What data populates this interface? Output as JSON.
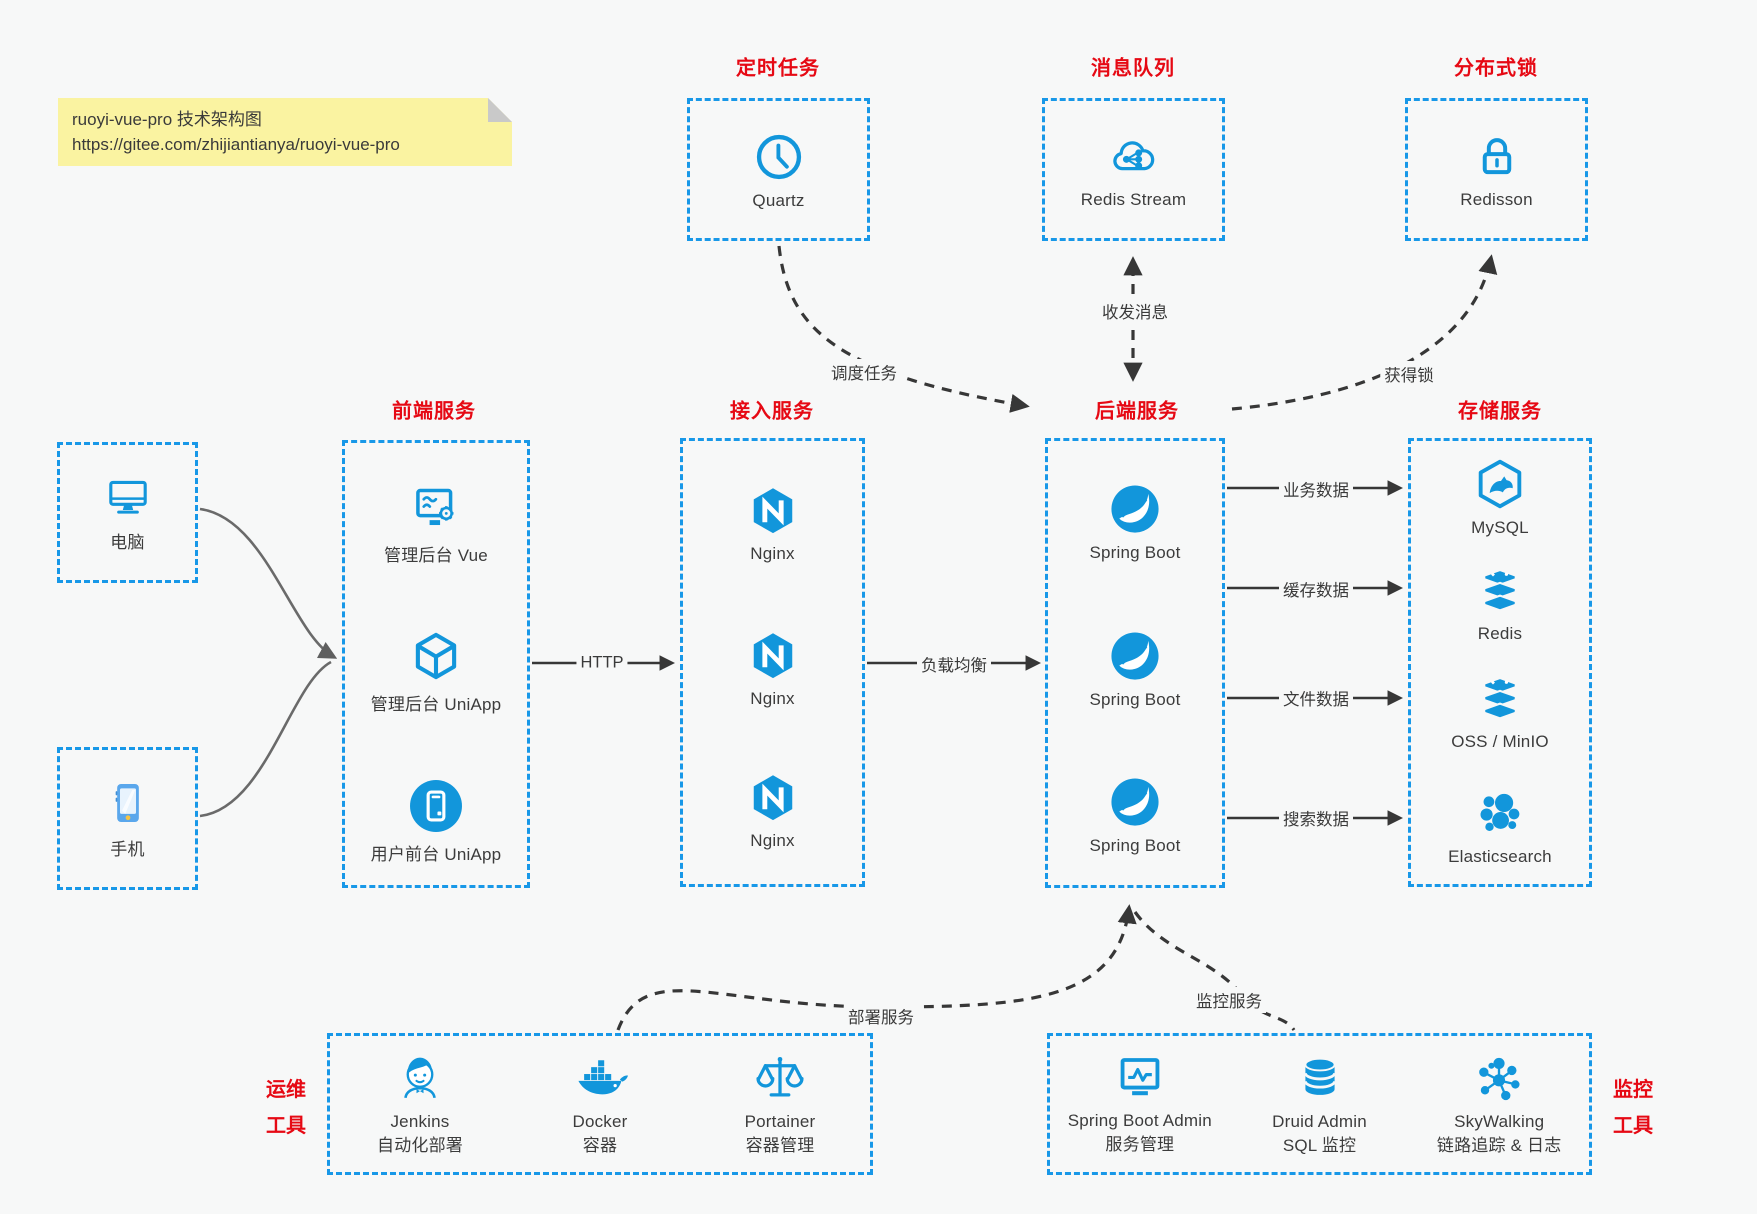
{
  "note": {
    "line1": "ruoyi-vue-pro 技术架构图",
    "line2": "https://gitee.com/zhijiantianya/ruoyi-vue-pro"
  },
  "top_services": [
    {
      "title": "定时任务",
      "item": {
        "label": "Quartz",
        "icon": "clock-icon"
      }
    },
    {
      "title": "消息队列",
      "item": {
        "label": "Redis Stream",
        "icon": "cloud-share-icon"
      }
    },
    {
      "title": "分布式锁",
      "item": {
        "label": "Redisson",
        "icon": "lock-icon"
      }
    }
  ],
  "devices": [
    {
      "label": "电脑",
      "icon": "desktop-icon"
    },
    {
      "label": "手机",
      "icon": "smartphone-icon"
    }
  ],
  "frontend": {
    "title": "前端服务",
    "items": [
      {
        "label": "管理后台 Vue",
        "icon": "admin-vue-icon"
      },
      {
        "label": "管理后台 UniApp",
        "icon": "uniapp-cube-icon"
      },
      {
        "label": "用户前台 UniApp",
        "icon": "mobile-app-icon"
      }
    ]
  },
  "gateway": {
    "title": "接入服务",
    "items": [
      {
        "label": "Nginx",
        "icon": "nginx-icon"
      },
      {
        "label": "Nginx",
        "icon": "nginx-icon"
      },
      {
        "label": "Nginx",
        "icon": "nginx-icon"
      }
    ]
  },
  "backend": {
    "title": "后端服务",
    "items": [
      {
        "label": "Spring Boot",
        "icon": "spring-icon"
      },
      {
        "label": "Spring Boot",
        "icon": "spring-icon"
      },
      {
        "label": "Spring Boot",
        "icon": "spring-icon"
      }
    ]
  },
  "storage": {
    "title": "存储服务",
    "items": [
      {
        "label": "MySQL",
        "icon": "mysql-icon"
      },
      {
        "label": "Redis",
        "icon": "redis-icon"
      },
      {
        "label": "OSS / MinIO",
        "icon": "oss-icon"
      },
      {
        "label": "Elasticsearch",
        "icon": "elasticsearch-icon"
      }
    ]
  },
  "ops": {
    "title_line1": "运维",
    "title_line2": "工具",
    "items": [
      {
        "name": "Jenkins",
        "desc": "自动化部署",
        "icon": "jenkins-icon"
      },
      {
        "name": "Docker",
        "desc": "容器",
        "icon": "docker-icon"
      },
      {
        "name": "Portainer",
        "desc": "容器管理",
        "icon": "portainer-icon"
      }
    ]
  },
  "monitoring": {
    "title_line1": "监控",
    "title_line2": "工具",
    "items": [
      {
        "name": "Spring Boot Admin",
        "desc": "服务管理",
        "icon": "spring-boot-admin-icon"
      },
      {
        "name": "Druid Admin",
        "desc": "SQL 监控",
        "icon": "druid-icon"
      },
      {
        "name": "SkyWalking",
        "desc": "链路追踪 & 日志",
        "icon": "skywalking-icon"
      }
    ]
  },
  "edges": {
    "http": "HTTP",
    "load_balancing": "负载均衡",
    "schedule": "调度任务",
    "messaging": "收发消息",
    "lock": "获得锁",
    "deploy": "部署服务",
    "monitor": "监控服务",
    "business_data": "业务数据",
    "cache_data": "缓存数据",
    "file_data": "文件数据",
    "search_data": "搜索数据"
  },
  "colors": {
    "box_border_blue": "#1898e8",
    "icon_blue": "#1296db",
    "title_red": "#e60914",
    "text": "#3c3c3c",
    "arrow_dark": "#373737",
    "note_bg": "#faf3a1",
    "note_fold": "#c9c9c9",
    "background": "#f7f8f8"
  }
}
